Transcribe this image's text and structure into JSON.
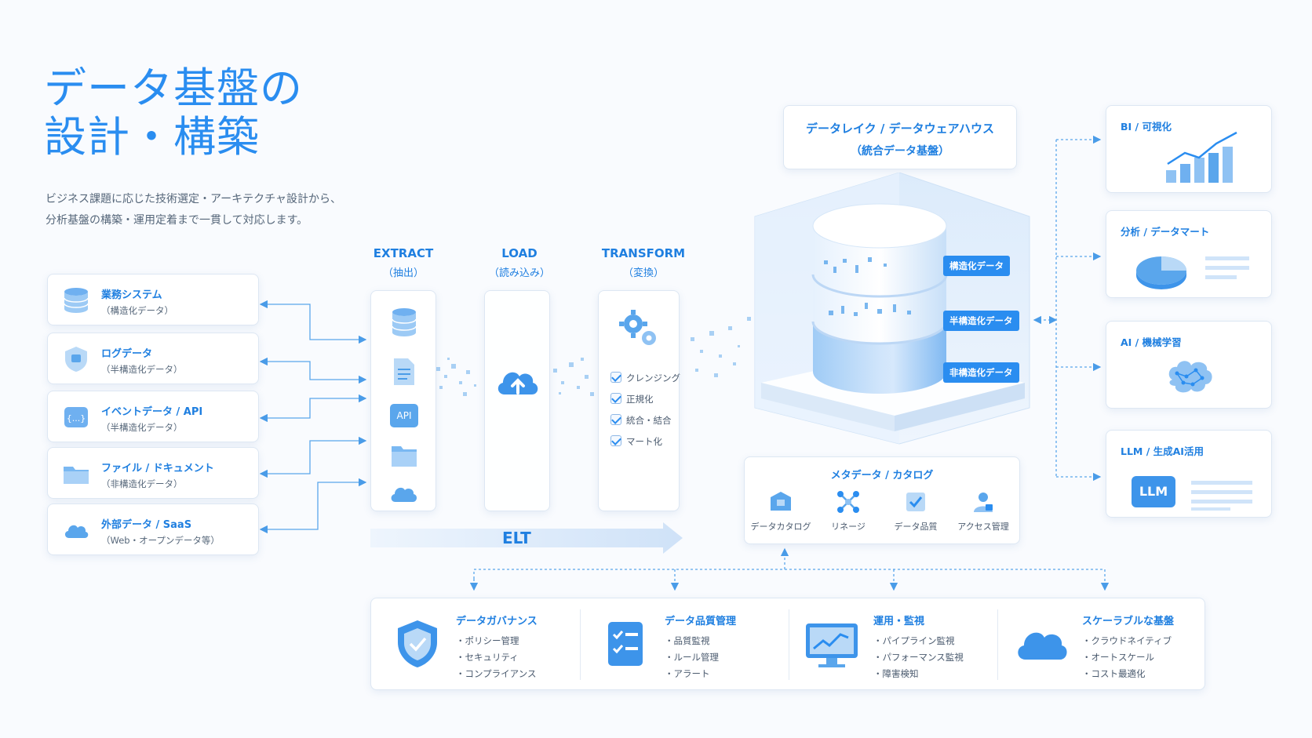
{
  "header": {
    "title_line1": "データ基盤の",
    "title_line2": "設計・構築",
    "lead_line1": "ビジネス課題に応じた技術選定・アーキテクチャ設計から、",
    "lead_line2": "分析基盤の構築・運用定着まで一貫して対応します。"
  },
  "sources": [
    {
      "title": "業務システム",
      "sub": "（構造化データ）",
      "icon": "database-icon"
    },
    {
      "title": "ログデータ",
      "sub": "（半構造化データ）",
      "icon": "log-shield-icon"
    },
    {
      "title": "イベントデータ / API",
      "sub": "（半構造化データ）",
      "icon": "api-braces-icon"
    },
    {
      "title": "ファイル / ドキュメント",
      "sub": "（非構造化データ）",
      "icon": "folder-icon"
    },
    {
      "title": "外部データ / SaaS",
      "sub": "（Web・オープンデータ等）",
      "icon": "cloud-icon"
    }
  ],
  "stages": {
    "extract": {
      "name": "EXTRACT",
      "sub": "（抽出）"
    },
    "load": {
      "name": "LOAD",
      "sub": "（読み込み）"
    },
    "transform": {
      "name": "TRANSFORM",
      "sub": "（変換）"
    },
    "elt": "ELT",
    "extract_api_label": "API"
  },
  "transform_steps": [
    "クレンジング",
    "正規化",
    "統合・結合",
    "マート化"
  ],
  "lake": {
    "title": "データレイク / データウェアハウス",
    "sub": "（統合データ基盤）",
    "tags": [
      "構造化データ",
      "半構造化データ",
      "非構造化データ"
    ]
  },
  "metadata": {
    "title": "メタデータ / カタログ",
    "items": [
      "データカタログ",
      "リネージ",
      "データ品質",
      "アクセス管理"
    ]
  },
  "outputs": [
    {
      "title": "BI / 可視化",
      "icon": "bar-chart-icon"
    },
    {
      "title": "分析 / データマート",
      "icon": "pie-chart-icon"
    },
    {
      "title": "AI / 機械学習",
      "icon": "brain-icon"
    },
    {
      "title": "LLM / 生成AI活用",
      "icon": "llm-chat-icon",
      "badge": "LLM"
    }
  ],
  "bottom": [
    {
      "title": "データガバナンス",
      "items": [
        "・ポリシー管理",
        "・セキュリティ",
        "・コンプライアンス"
      ],
      "icon": "shield-icon"
    },
    {
      "title": "データ品質管理",
      "items": [
        "・品質監視",
        "・ルール管理",
        "・アラート"
      ],
      "icon": "checklist-icon"
    },
    {
      "title": "運用・監視",
      "items": [
        "・パイプライン監視",
        "・パフォーマンス監視",
        "・障害検知"
      ],
      "icon": "monitor-icon"
    },
    {
      "title": "スケーラブルな基盤",
      "items": [
        "・クラウドネイティブ",
        "・オートスケール",
        "・コスト最適化"
      ],
      "icon": "cloud-icon"
    }
  ],
  "colors": {
    "accent": "#2a8df0",
    "accent_dark": "#1f7fe0",
    "light": "#cfe4fb"
  }
}
